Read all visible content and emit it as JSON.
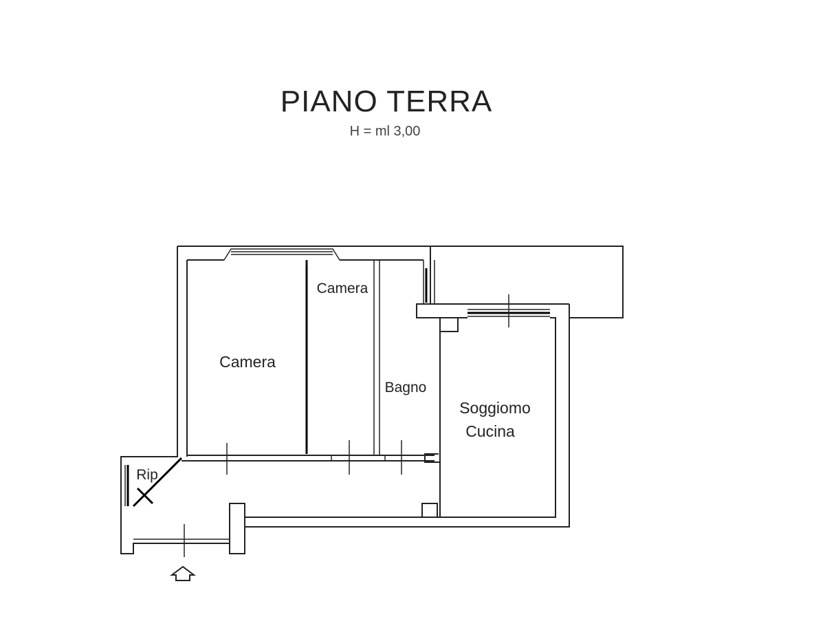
{
  "plan": {
    "title": "PIANO TERRA",
    "subtitle": "H = ml 3,00"
  },
  "rooms": {
    "camera_main": "Camera",
    "camera_small": "Camera",
    "bagno": "Bagno",
    "soggiorno": "Soggiomo",
    "cucina": "Cucina",
    "ripostiglio": "Rip"
  },
  "icons": {
    "entrance": "entrance-arrow-icon"
  }
}
